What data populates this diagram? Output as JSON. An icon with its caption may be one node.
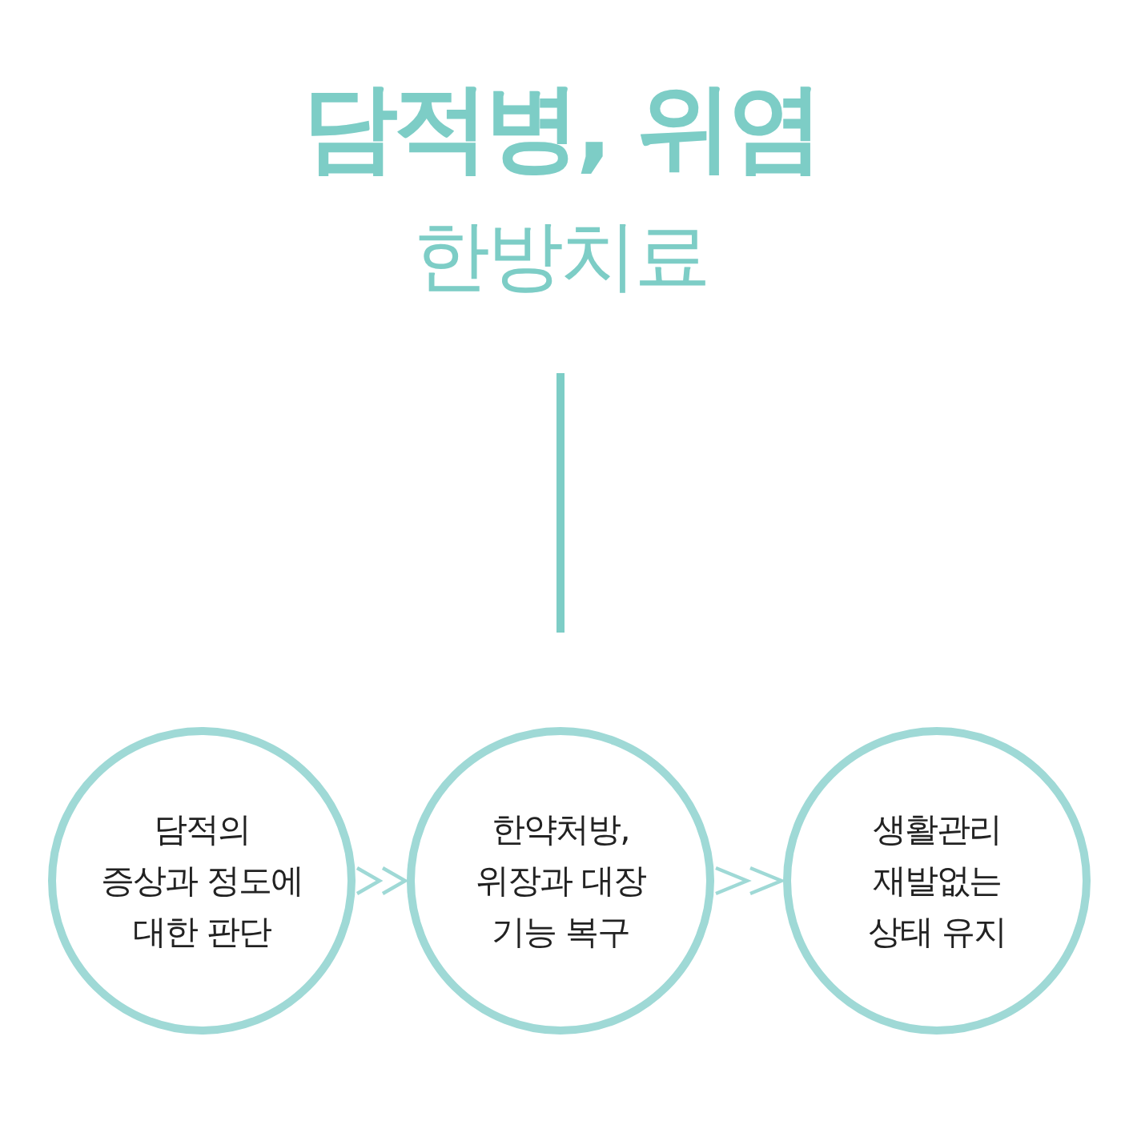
{
  "diagram": {
    "title": "담적병, 위염",
    "labels": [
      "한방치료"
    ],
    "nodes": [
      {
        "text": [
          "담적의 증상과 정도에 대한 판단"
        ]
      },
      {
        "text": [
          "한약처방, 위장과 대장 기능 복구"
        ]
      },
      {
        "text": [
          "생활관리 재발없는 상태 유지"
        ]
      }
    ],
    "edges": [
      {
        "from": 0,
        "to": 1,
        "arrow": "to"
      },
      {
        "from": 1,
        "to": 2,
        "arrow": "to"
      }
    ]
  }
}
